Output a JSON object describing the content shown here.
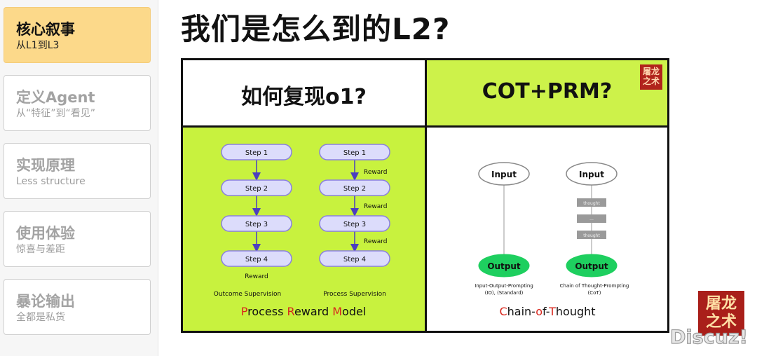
{
  "sidebar": {
    "items": [
      {
        "title": "核心叙事",
        "subtitle": "从L1到L3",
        "active": true
      },
      {
        "title": "定义Agent",
        "subtitle": "从“特征”到“看见”",
        "active": false
      },
      {
        "title": "实现原理",
        "subtitle": "Less structure",
        "active": false
      },
      {
        "title": "使用体验",
        "subtitle": "惊喜与差距",
        "active": false
      },
      {
        "title": "暴论输出",
        "subtitle": "全都是私货",
        "active": false
      }
    ]
  },
  "main": {
    "title": "我们是怎么到的L2?",
    "slide": {
      "top_left_heading": "如何复现o1?",
      "top_right_heading": "COT+PRM?",
      "seal_text": "屠龙之术",
      "prm": {
        "outcome_steps": [
          "Step 1",
          "Step 2",
          "Step 3",
          "Step 4"
        ],
        "outcome_reward": "Reward",
        "outcome_label": "Outcome Supervision",
        "process_steps": [
          "Step 1",
          "Step 2",
          "Step 3",
          "Step 4"
        ],
        "process_rewards": [
          "Reward",
          "Reward",
          "Reward"
        ],
        "process_label": "Process Supervision",
        "caption": [
          "P",
          "rocess ",
          "R",
          "eward ",
          "M",
          "odel"
        ]
      },
      "cot": {
        "left_input": "Input",
        "left_output": "Output",
        "left_caption_1": "Input-Output-Prompting",
        "left_caption_2": "(IO), (Standard)",
        "right_input": "Input",
        "right_output": "Output",
        "thought_labels": [
          "thought",
          "...",
          "thought"
        ],
        "right_caption_1": "Chain of Thought-Prompting",
        "right_caption_2": "(CoT)",
        "caption": [
          "C",
          "hain-",
          "o",
          "f-",
          "T",
          "hought"
        ]
      }
    }
  },
  "watermark": "Discuz!",
  "colors": {
    "active_bg": "#fcd98a",
    "lime": "#c8f23e",
    "step_fill": "#dcdcfb",
    "step_stroke": "#8a7fe0",
    "arrow": "#4b3fbf",
    "output_green": "#1ecf5f",
    "caption_red": "#d8261c",
    "seal_red": "#b1241c"
  }
}
